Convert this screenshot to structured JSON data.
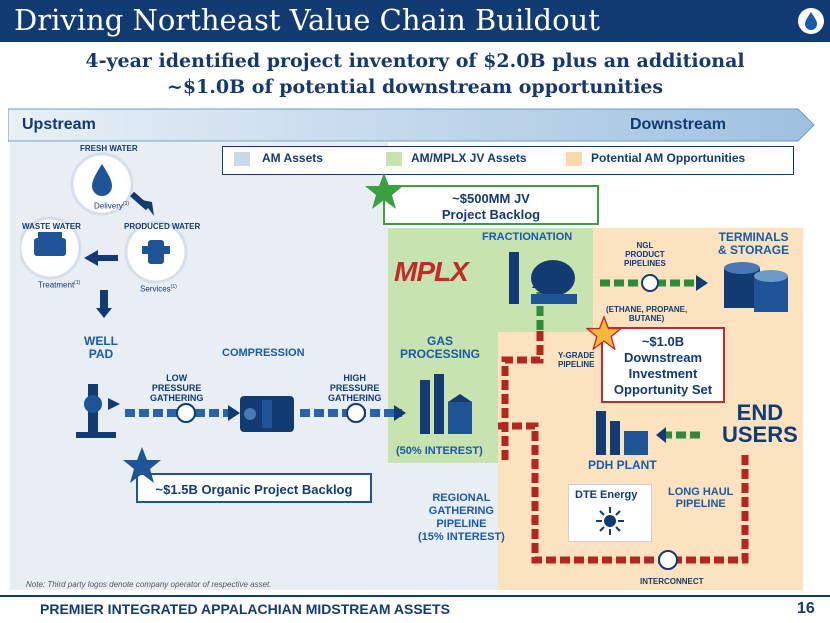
{
  "title": "Driving Northeast Value Chain Buildout",
  "subtitle": {
    "line1": "4-year identified project inventory of $2.0B plus an additional",
    "line2": "~$1.0B of potential downstream opportunities"
  },
  "arrow_banner": {
    "left": "Upstream",
    "right": "Downstream"
  },
  "legend": [
    {
      "label": "AM Assets",
      "color": "#c9d8ea"
    },
    {
      "label": "AM/MPLX JV Assets",
      "color": "#c6e3b0"
    },
    {
      "label": "Potential AM Opportunities",
      "color": "#fbd9a9"
    }
  ],
  "water_cycle": {
    "fresh_water": "FRESH WATER",
    "delivery": "Delivery",
    "produced_water": "PRODUCED WATER",
    "services": "Services",
    "waste_water": "WASTE WATER",
    "treatment": "Treatment",
    "footnote_mark": "(1)"
  },
  "callouts": {
    "jv_backlog": {
      "line1": "~$500MM JV",
      "line2": "Project Backlog"
    },
    "downstream": {
      "line1": "~$1.0B",
      "line2": "Downstream",
      "line3": "Investment",
      "line4": "Opportunity Set"
    },
    "organic": "~$1.5B Organic Project Backlog"
  },
  "labels": {
    "well_pad": {
      "line1": "WELL",
      "line2": "PAD"
    },
    "compression": "COMPRESSION",
    "low_pressure": {
      "line1": "LOW",
      "line2": "PRESSURE",
      "line3": "GATHERING"
    },
    "high_pressure": {
      "line1": "HIGH",
      "line2": "PRESSURE",
      "line3": "GATHERING"
    },
    "gas_processing": {
      "line1": "GAS",
      "line2": "PROCESSING"
    },
    "fifty_interest": "(50% INTEREST)",
    "fractionation": "FRACTIONATION",
    "ngl": {
      "line1": "NGL",
      "line2": "PRODUCT",
      "line3": "PIPELINES"
    },
    "ethane": {
      "line1": "(ETHANE, PROPANE,",
      "line2": "BUTANE)"
    },
    "terminals": {
      "line1": "TERMINALS",
      "line2": "& STORAGE"
    },
    "ygrade": {
      "line1": "Y-GRADE",
      "line2": "PIPELINE"
    },
    "end_users": {
      "line1": "END",
      "line2": "USERS"
    },
    "pdh_plant": "PDH PLANT",
    "long_haul": {
      "line1": "LONG HAUL",
      "line2": "PIPELINE"
    },
    "regional": {
      "line1": "REGIONAL",
      "line2": "GATHERING",
      "line3": "PIPELINE",
      "line4": "(15% INTEREST)"
    },
    "interconnect": "INTERCONNECT"
  },
  "logos": {
    "mplx": "MPLX",
    "dte": "DTE Energy"
  },
  "note": "Note: Third party logos denote company operator of respective asset.",
  "footer": {
    "text": "PREMIER INTEGRATED APPALACHIAN MIDSTREAM ASSETS",
    "page": "16"
  }
}
